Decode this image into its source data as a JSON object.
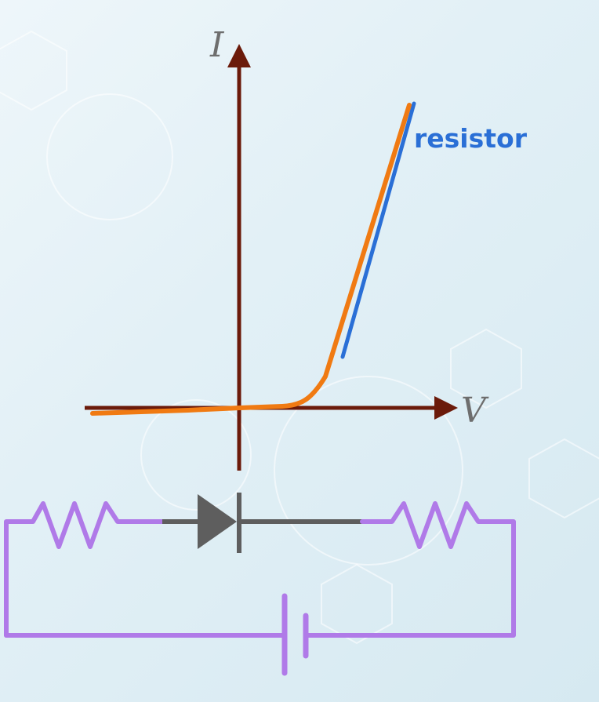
{
  "diagram": {
    "axis_labels": {
      "current": "I",
      "voltage": "V"
    },
    "curve_label": "resistor",
    "colors": {
      "axes": "#6b1a0a",
      "diode_curve": "#f07a12",
      "resistor_line": "#2a6fd6",
      "resistor_label": "#2a6fd6",
      "wire": "#b07ae8",
      "diode": "#5e5e5e"
    },
    "icons": {
      "diode": "diode-symbol",
      "resistor": "zigzag-resistor-symbol",
      "battery": "battery-cell-symbol"
    }
  }
}
